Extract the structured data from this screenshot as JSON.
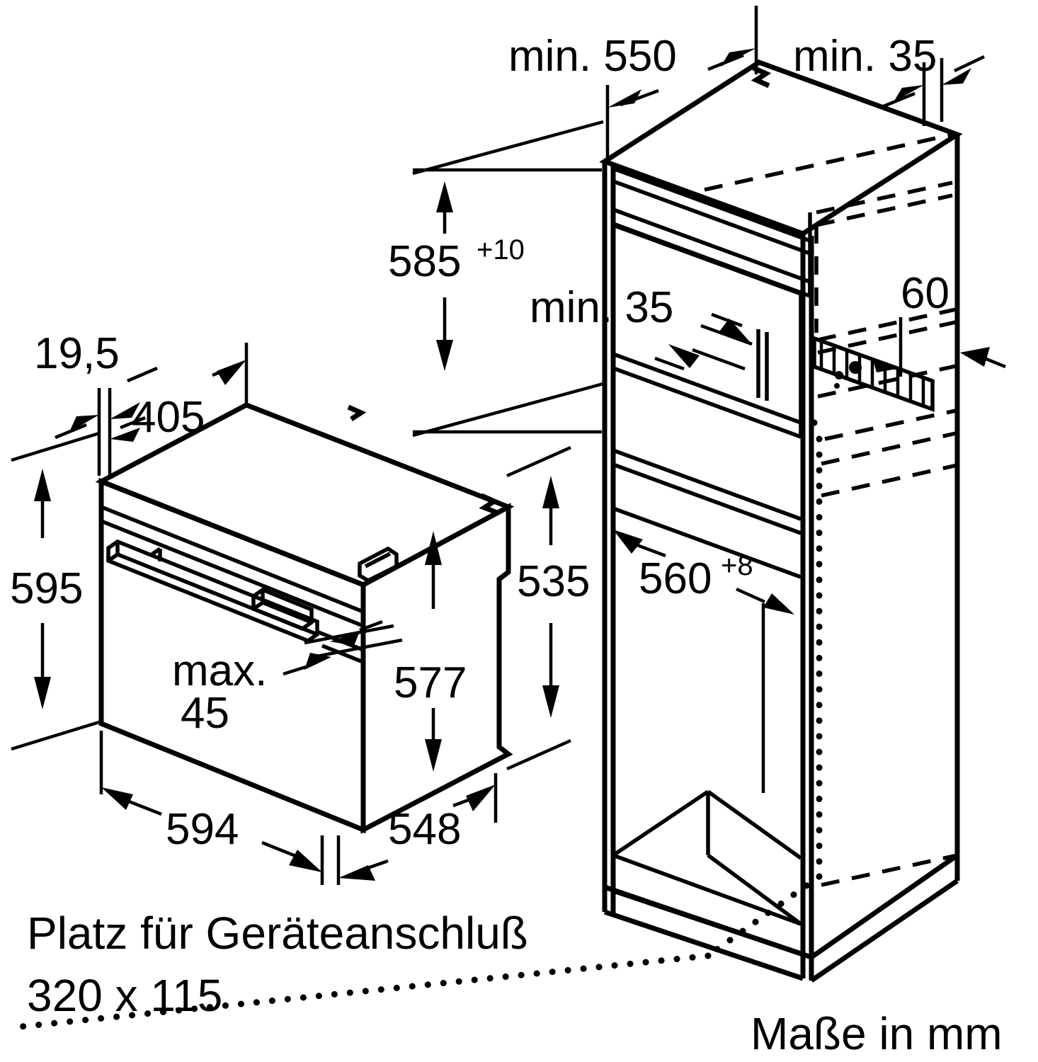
{
  "document": {
    "type": "installation-dimension-drawing",
    "units_note": "Maße in mm",
    "language": "de"
  },
  "dimensions": {
    "min_550": "min. 550",
    "min_35_top": "min. 35",
    "d_585": "585",
    "d_585_tol": "+10",
    "min_35_mid": "min. 35",
    "d_60": "60",
    "d_560": "560",
    "d_560_tol": "+8",
    "d_19_5": "19,5",
    "d_405": "405",
    "d_595": "595",
    "d_535": "535",
    "d_577": "577",
    "d_594": "594",
    "d_548": "548",
    "max_45_line1": "max.",
    "max_45_line2": "45"
  },
  "notes": {
    "connection_space_line1": "Platz für Geräteanschluß",
    "connection_space_line2": "320 x 115",
    "units": "Maße in mm"
  },
  "colors": {
    "stroke": "#000000",
    "background": "#ffffff"
  }
}
